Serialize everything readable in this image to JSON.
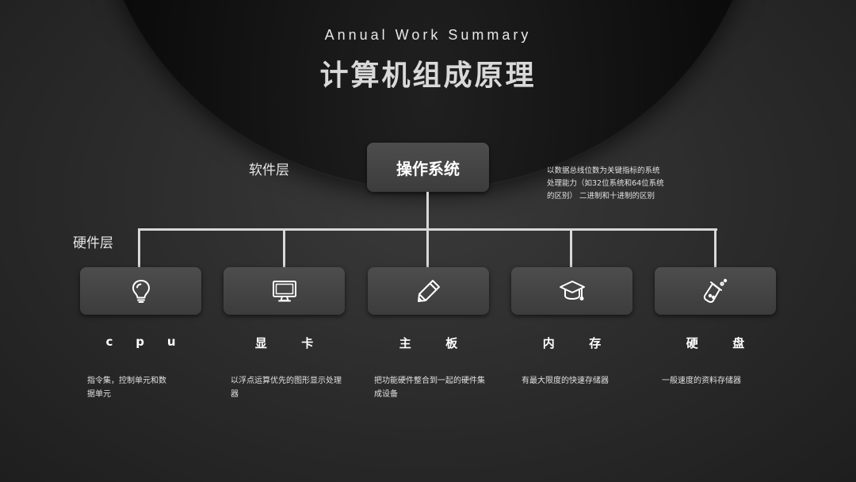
{
  "header": {
    "subtitle": "Annual Work Summary",
    "title": "计算机组成原理"
  },
  "layers": {
    "software": "软件层",
    "hardware": "硬件层"
  },
  "os": {
    "label": "操作系统",
    "note": "以数据总线位数为关键指标的系统处理能力（如32位系统和64位系统的区别） 二进制和十进制的区别"
  },
  "components": [
    {
      "icon": "lightbulb-icon",
      "name_chars": [
        "c",
        "p",
        "u"
      ],
      "desc": "指令集，控制单元和数据单元"
    },
    {
      "icon": "monitor-icon",
      "name_chars": [
        "显",
        "卡"
      ],
      "desc": "以浮点运算优先的图形显示处理器"
    },
    {
      "icon": "pencil-icon",
      "name_chars": [
        "主",
        "板"
      ],
      "desc": "把功能硬件整合到一起的硬件集成设备"
    },
    {
      "icon": "graduation-cap-icon",
      "name_chars": [
        "内",
        "存"
      ],
      "desc": "有最大限度的快速存储器"
    },
    {
      "icon": "flask-icon",
      "name_chars": [
        "硬",
        "盘"
      ],
      "desc": "一般速度的资料存储器"
    }
  ]
}
